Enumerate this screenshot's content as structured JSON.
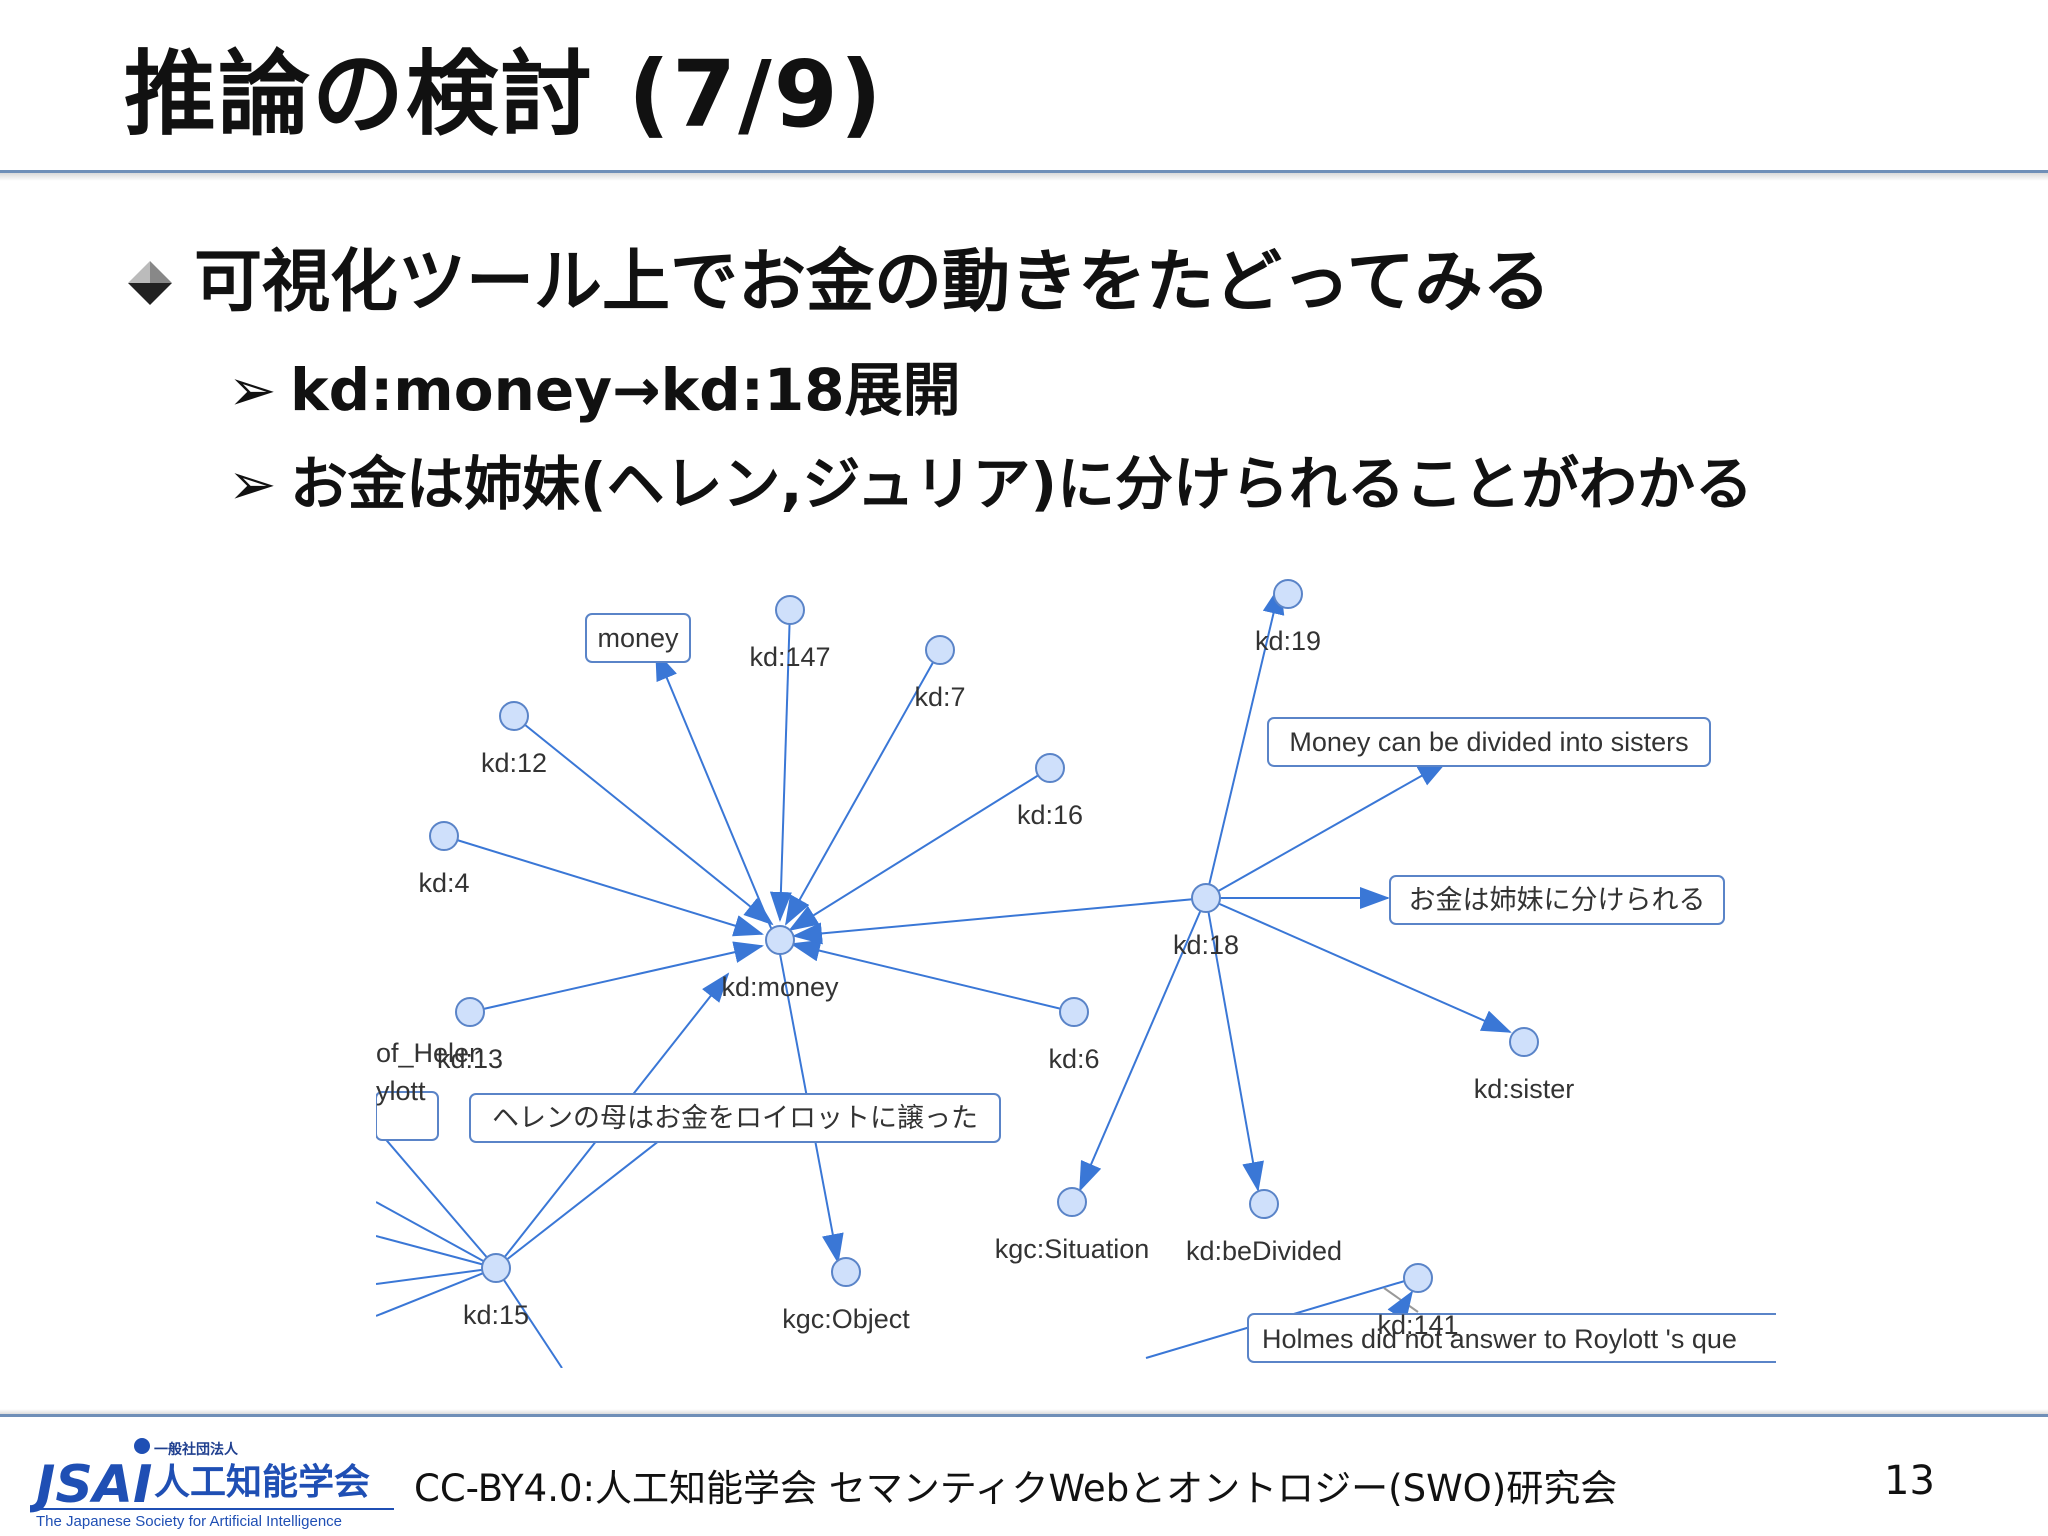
{
  "slide": {
    "title": "推論の検討 (7/9)",
    "bullet_main": "可視化ツール上でお金の動きをたどってみる",
    "sub_bullets": [
      "kd:money→kd:18展開",
      "お金は姉妹(ヘレン,ジュリア)に分けられることがわかる"
    ],
    "page_number": "13"
  },
  "graph": {
    "node_labels": {
      "money_center": "kd:money",
      "k147": "kd:147",
      "k7": "kd:7",
      "k12": "kd:12",
      "k16": "kd:16",
      "k4": "kd:4",
      "k13": "kd:13",
      "k6": "kd:6",
      "k15": "kd:15",
      "object": "kgc:Object",
      "k18": "kd:18",
      "k19": "kd:19",
      "sister": "kd:sister",
      "situation": "kgc:Situation",
      "bedivided": "kd:beDivided",
      "k141": "kd:141",
      "of_helen": "of_Helen",
      "ylott": "ylott"
    },
    "boxes": {
      "money": "money",
      "en_sisters": "Money can be divided into sisters",
      "jp_sisters": "お金は姉妹に分けられる",
      "jp_helen": "ヘレンの母はお金をロイロットに譲った",
      "holmes": "Holmes did not answer to  Roylott 's que"
    },
    "colors": {
      "edge": "#3a77d6",
      "node_fill": "#cfe0fb",
      "node_stroke": "#5a84c8",
      "box_stroke": "#5a84c8"
    }
  },
  "footer": {
    "logo_top": "一般社団法人",
    "logo_mark": "JSAI",
    "logo_name": "人工知能学会",
    "logo_sub": "The Japanese Society for Artificial Intelligence",
    "license_text": "CC-BY4.0:人工知能学会 セマンティクWebとオントロジー(SWO)研究会"
  }
}
